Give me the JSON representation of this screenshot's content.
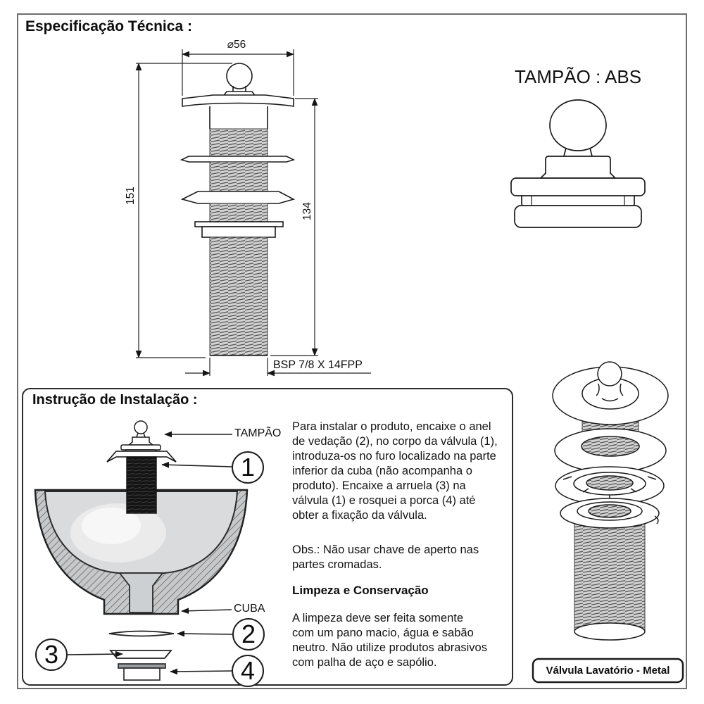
{
  "header": {
    "spec_title": "Especificação Técnica :"
  },
  "spec_drawing": {
    "dim_diameter": "⌀56",
    "dim_total_length": "151",
    "dim_thread_length": "134",
    "thread_spec": "BSP 7/8 X 14FPP",
    "tampao_material_label": "TAMPÃO : ABS"
  },
  "installation": {
    "title": "Instrução de Instalação :",
    "part_labels": {
      "tampao": "TAMPÃO",
      "cuba": "CUBA"
    },
    "callouts": [
      "1",
      "2",
      "3",
      "4"
    ],
    "instructions_paragraph": "Para instalar o produto, encaixe o anel\nde vedação (2), no corpo da válvula (1),\nintroduza-os no furo localizado na parte\ninferior da cuba (não acompanha o\nproduto). Encaixe a arruela (3) na\nválvula (1) e rosquei a porca (4) até\nobter a fixação da válvula.",
    "note": "Obs.: Não usar chave de aperto nas\npartes cromadas.",
    "cleaning_title": "Limpeza e Conservação",
    "cleaning_paragraph": "A limpeza deve ser feita somente\ncom um pano macio, água e sabão\nneutro. Não utilize produtos abrasivos\ncom palha de aço e sapólio."
  },
  "footer": {
    "product_label": "Válvula Lavatório - Metal"
  }
}
